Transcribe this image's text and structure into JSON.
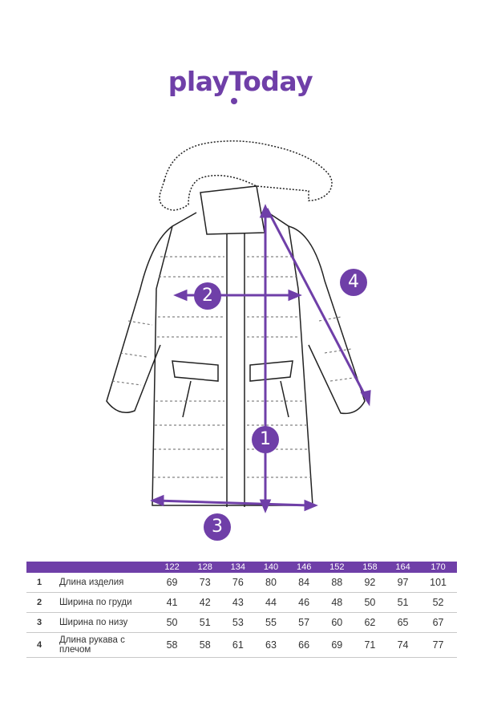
{
  "brand": {
    "logo_text": "playToday"
  },
  "callouts": [
    "1",
    "2",
    "3",
    "4"
  ],
  "colors": {
    "accent": "#6f3fa8"
  },
  "size_chart": {
    "sizes": [
      "122",
      "128",
      "134",
      "140",
      "146",
      "152",
      "158",
      "164",
      "170"
    ],
    "rows": [
      {
        "num": "1",
        "label": "Длина изделия",
        "values": [
          "69",
          "73",
          "76",
          "80",
          "84",
          "88",
          "92",
          "97",
          "101"
        ]
      },
      {
        "num": "2",
        "label": "Ширина по груди",
        "values": [
          "41",
          "42",
          "43",
          "44",
          "46",
          "48",
          "50",
          "51",
          "52"
        ]
      },
      {
        "num": "3",
        "label": "Ширина по низу",
        "values": [
          "50",
          "51",
          "53",
          "55",
          "57",
          "60",
          "62",
          "65",
          "67"
        ]
      },
      {
        "num": "4",
        "label": "Длина рукава с плечом",
        "values": [
          "58",
          "58",
          "61",
          "63",
          "66",
          "69",
          "71",
          "74",
          "77"
        ]
      }
    ]
  }
}
